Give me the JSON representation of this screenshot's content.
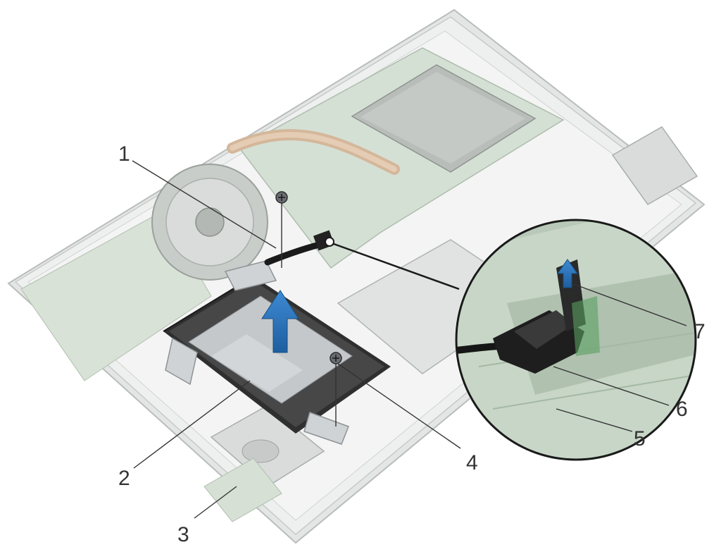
{
  "callouts": {
    "c1": "1",
    "c2": "2",
    "c3": "3",
    "c4": "4",
    "c5": "5",
    "c6": "6",
    "c7": "7"
  },
  "colors": {
    "chassis": "#e9ebea",
    "board": "#cfdccf",
    "drive": "#3a3a3a",
    "bracket": "#cfd2d4",
    "arrow": "#2b72b8",
    "cable": "#1c1c1c"
  }
}
